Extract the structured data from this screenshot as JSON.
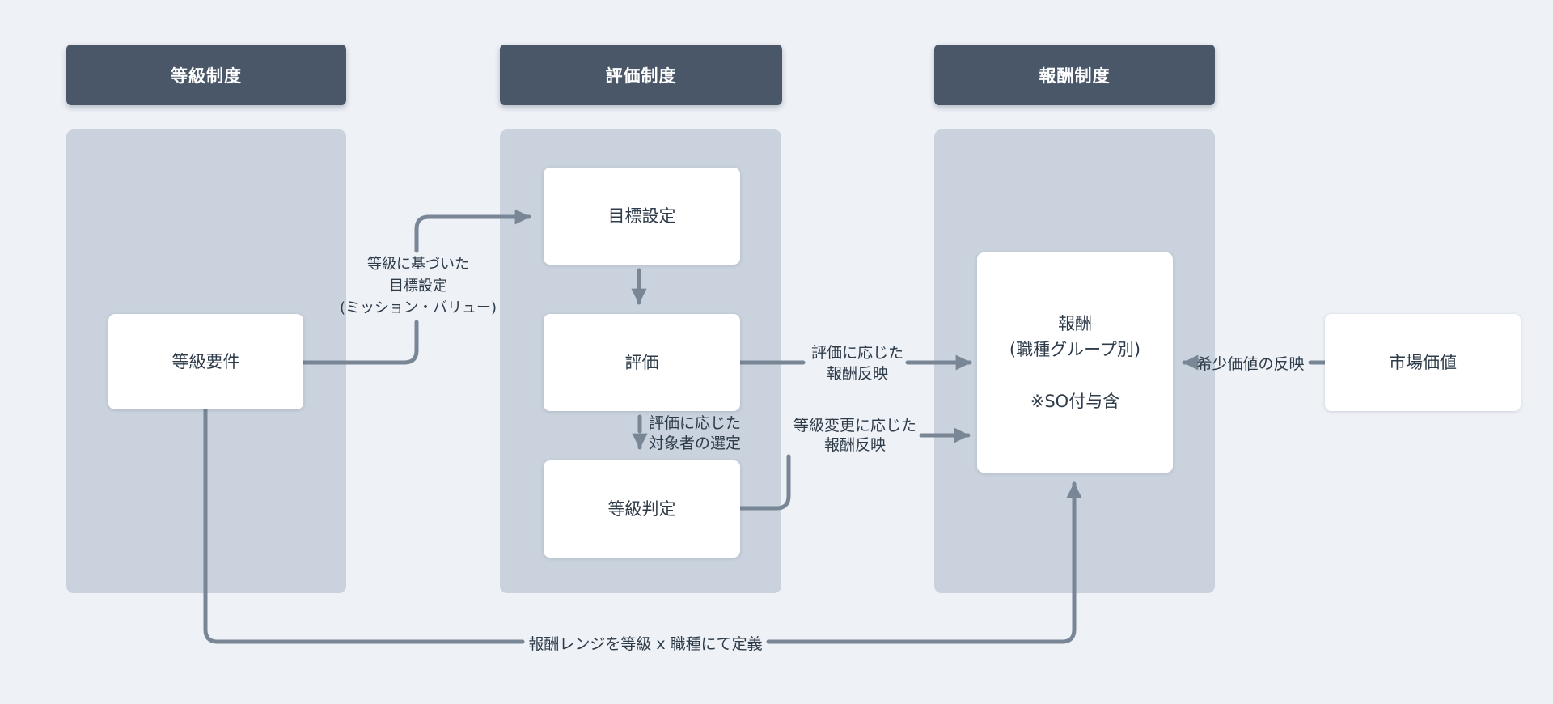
{
  "headers": {
    "grade": "等級制度",
    "evaluation": "評価制度",
    "compensation": "報酬制度"
  },
  "nodes": {
    "grade_requirements": "等級要件",
    "goal_setting": "目標設定",
    "evaluation": "評価",
    "grade_judgement": "等級判定",
    "compensation": "報酬\n(職種グループ別)\n\n※SO付与含",
    "market_value": "市場価値"
  },
  "edge_labels": {
    "grade_to_goal": "等級に基づいた\n目標設定\n(ミッション・バリュー)",
    "eval_to_judge": "評価に応じた\n対象者の選定",
    "eval_to_comp": "評価に応じた\n報酬反映",
    "judge_to_comp": "等級変更に応じた\n報酬反映",
    "market_to_comp": "希少価値の反映",
    "range_definition": "報酬レンジを等級 x 職種にて定義"
  },
  "colors": {
    "page_bg": "#eef1f6",
    "column_bg": "#c9d2dd",
    "header_bg": "#4a5768",
    "header_text": "#ffffff",
    "node_bg": "#ffffff",
    "node_text": "#2e3b49",
    "label_text": "#2e3b49",
    "line": "#788695"
  }
}
